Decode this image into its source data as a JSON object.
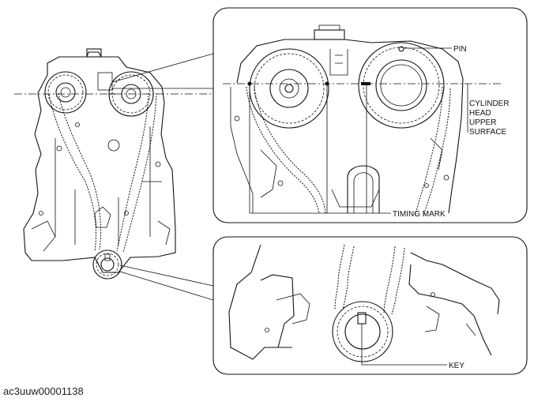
{
  "labels": {
    "pin": "PIN",
    "cylinder_head": [
      "CYLINDER",
      "HEAD",
      "UPPER",
      "SURFACE"
    ],
    "timing_mark": "TIMING MARK",
    "key": "KEY"
  },
  "figure_id": "ac3uuw00001138"
}
